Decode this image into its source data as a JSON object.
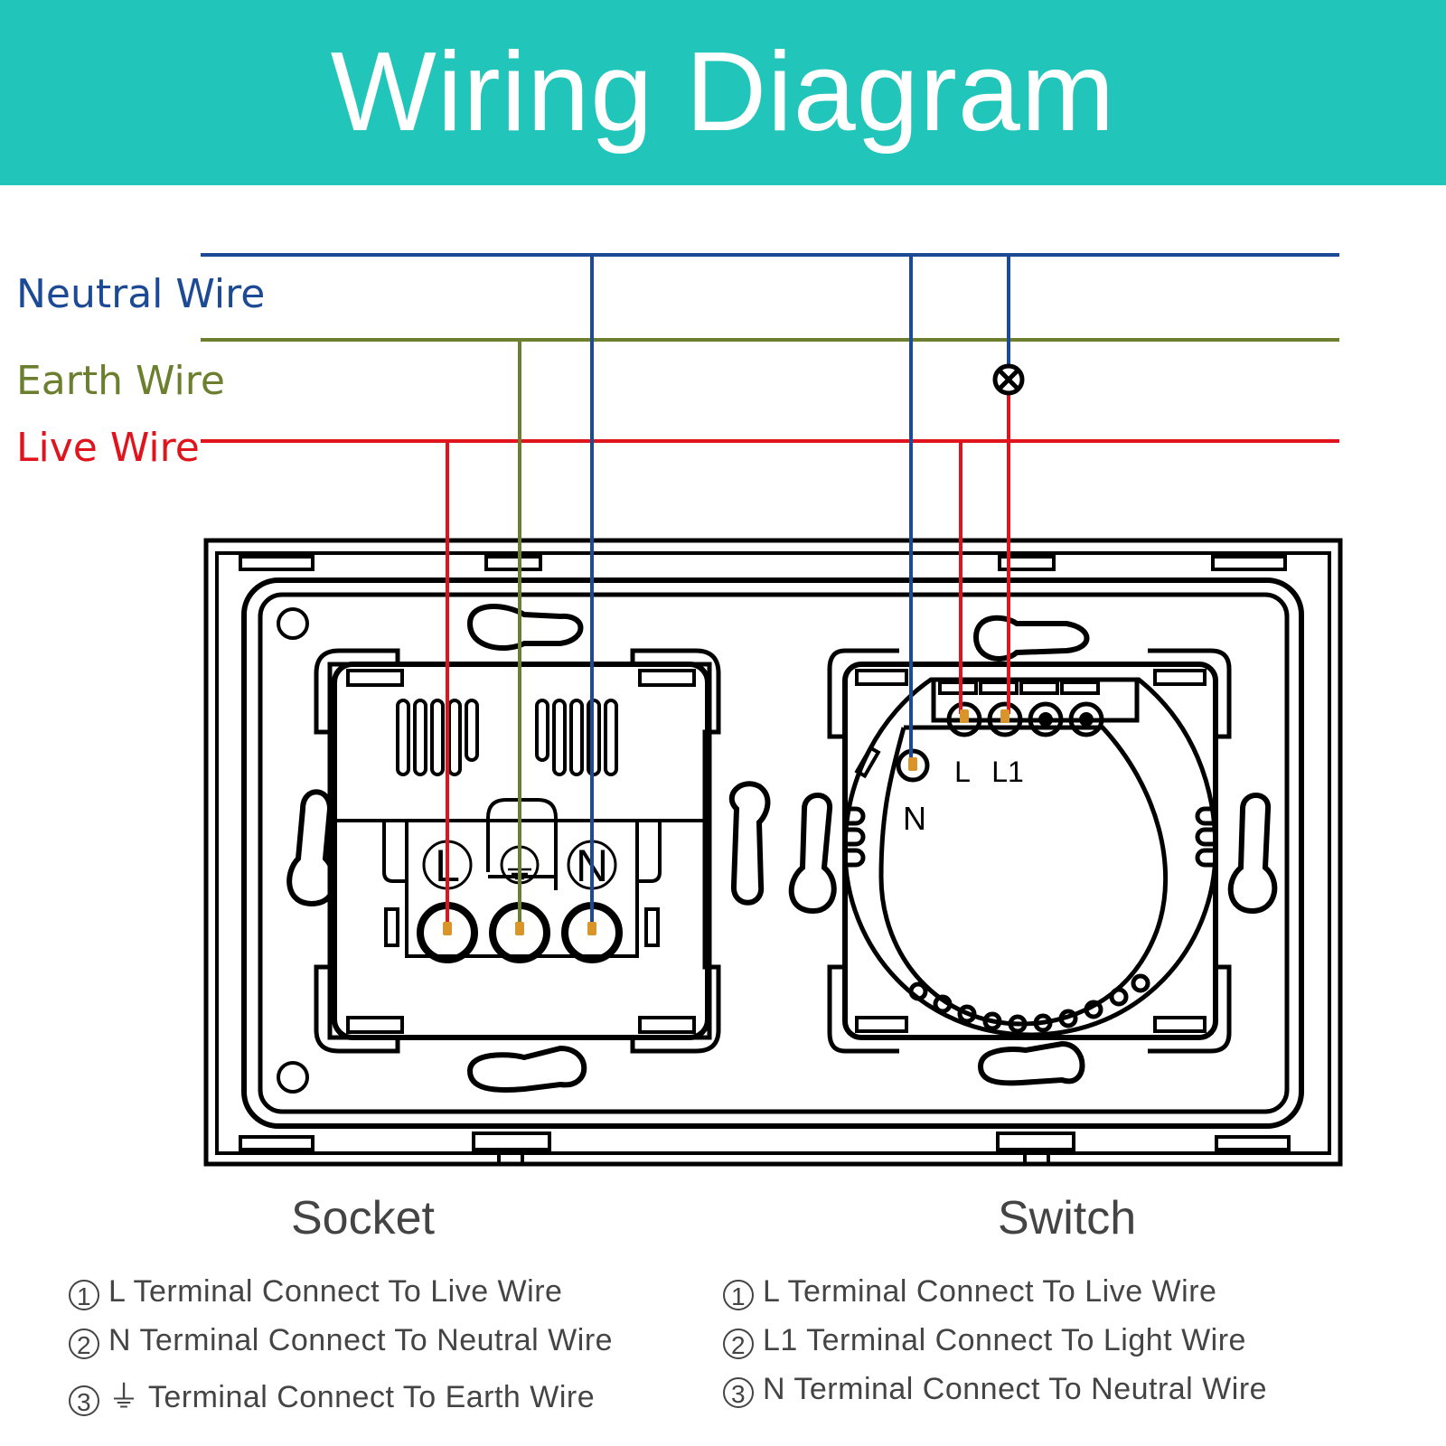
{
  "header": {
    "title": "Wiring Diagram"
  },
  "colors": {
    "banner": "#22c5b9",
    "neutral": "#1d4a94",
    "earth": "#6b7f2e",
    "live": "#e0141c",
    "terminal_pin": "#d9952a",
    "outline": "#000000",
    "text": "#444444"
  },
  "wires": [
    {
      "id": "neutral",
      "label": "Neutral Wire"
    },
    {
      "id": "earth",
      "label": "Earth Wire"
    },
    {
      "id": "live",
      "label": "Live Wire"
    }
  ],
  "lamp": {
    "icon": "lamp-icon"
  },
  "socket": {
    "title": "Socket",
    "terminals": [
      {
        "label": "L",
        "wire": "live"
      },
      {
        "label": "⏚",
        "wire": "earth"
      },
      {
        "label": "N",
        "wire": "neutral"
      }
    ],
    "instructions": [
      {
        "num": "1",
        "text": "L Terminal Connect To Live Wire"
      },
      {
        "num": "2",
        "text": "N Terminal Connect To Neutral Wire"
      },
      {
        "num": "3",
        "text": "⏚ Terminal Connect To Earth Wire"
      }
    ]
  },
  "switch": {
    "title": "Switch",
    "terminals": [
      {
        "label": "N",
        "wire": "neutral"
      },
      {
        "label": "L",
        "wire": "live"
      },
      {
        "label": "L1",
        "wire": "light"
      }
    ],
    "instructions": [
      {
        "num": "1",
        "text": "L Terminal Connect To Live Wire"
      },
      {
        "num": "2",
        "text": "L1 Terminal Connect To Light Wire"
      },
      {
        "num": "3",
        "text": "N Terminal Connect To Neutral Wire"
      }
    ]
  }
}
